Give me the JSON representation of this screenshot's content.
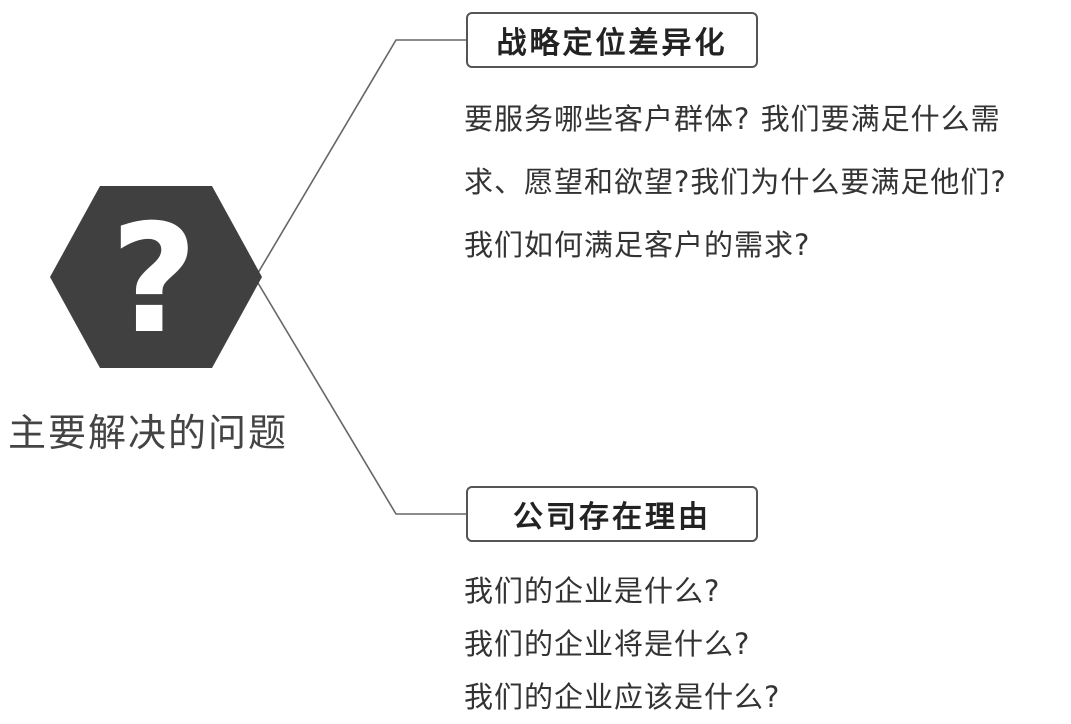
{
  "center": {
    "icon": "question-mark-hexagon-icon",
    "symbol": "?",
    "label": "主要解决的问题",
    "hexagon_color": "#404040",
    "symbol_color": "#ffffff"
  },
  "branches": [
    {
      "title": "战略定位差异化",
      "lines": [
        "要服务哪些客户群体? 我们要满足什么需",
        "求、愿望和欲望?我们为什么要满足他们?",
        "我们如何满足客户的需求?"
      ]
    },
    {
      "title": "公司存在理由",
      "lines": [
        "我们的企业是什么?",
        "我们的企业将是什么?",
        "我们的企业应该是什么?"
      ]
    }
  ],
  "colors": {
    "line": "#666666",
    "box_border": "#555555",
    "text": "#333333"
  }
}
